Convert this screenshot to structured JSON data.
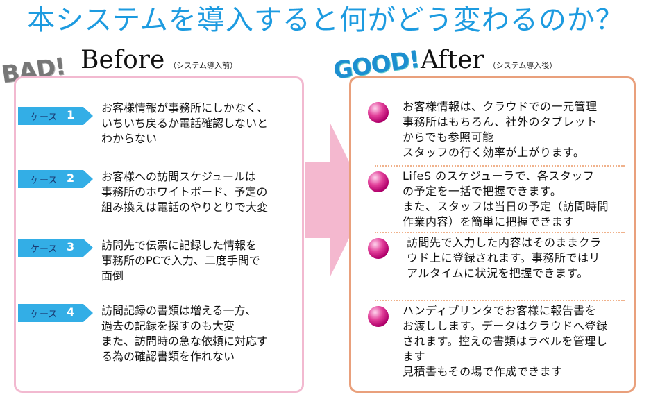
{
  "title": "本システムを導入すると何がどう変わるのか？",
  "before": {
    "heading": "Before",
    "subheading": "（システム導入前）",
    "stamp": "BAD!",
    "cases": [
      {
        "label": "ケース",
        "number": "1",
        "text": "お客様情報が事務所にしかなく、\nいちいち戻るか電話確認しないと\nわからない"
      },
      {
        "label": "ケース",
        "number": "2",
        "text": "お客様への訪問スケジュールは\n事務所のホワイトボード、予定の\n組み換えは電話のやりとりで大変"
      },
      {
        "label": "ケース",
        "number": "3",
        "text": "訪問先で伝票に記録した情報を\n事務所のPCで入力、二度手間で\n面倒"
      },
      {
        "label": "ケース",
        "number": "4",
        "text": "訪問記録の書類は増える一方、\n過去の記録を探すのも大変\nまた、訪問時の急な依頼に対応す\nる為の確認書類を作れない"
      }
    ]
  },
  "after": {
    "heading": "After",
    "subheading": "（システム導入後）",
    "stamp": "GOOD!",
    "items": [
      {
        "text": "お客様情報は、クラウドでの一元管理\n事務所はもちろん、社外のタブレット\nからでも参照可能\nスタッフの行く効率が上がります。"
      },
      {
        "text": "LifeS のスケジューラで、各スタッフ\nの予定を一括で把握できます。\nまた、スタッフは当日の予定（訪問時間\n作業内容）を簡単に把握できます"
      },
      {
        "text": "訪問先で入力した内容はそのままクラ\nウド上に登録されます。事務所ではリ\nアルタイムに状況を把握できます。"
      },
      {
        "text": "ハンディプリンタでお客様に報告書を\nお渡しします。データはクラウドへ登録\nされます。控えの書類はラベルを管理し\nます\n見積書もその場で作成できます"
      }
    ]
  },
  "colors": {
    "title": "#1d9be0",
    "before_border": "#f2b9d0",
    "after_border": "#e9a07c",
    "arrow": "#f4b8cf",
    "case_tag": "#33aee6",
    "ball": "#e2409a"
  },
  "icons": {
    "ball": "magenta-ball-icon",
    "arrow": "right-arrow-icon",
    "tag": "case-tag-arrow-icon"
  }
}
